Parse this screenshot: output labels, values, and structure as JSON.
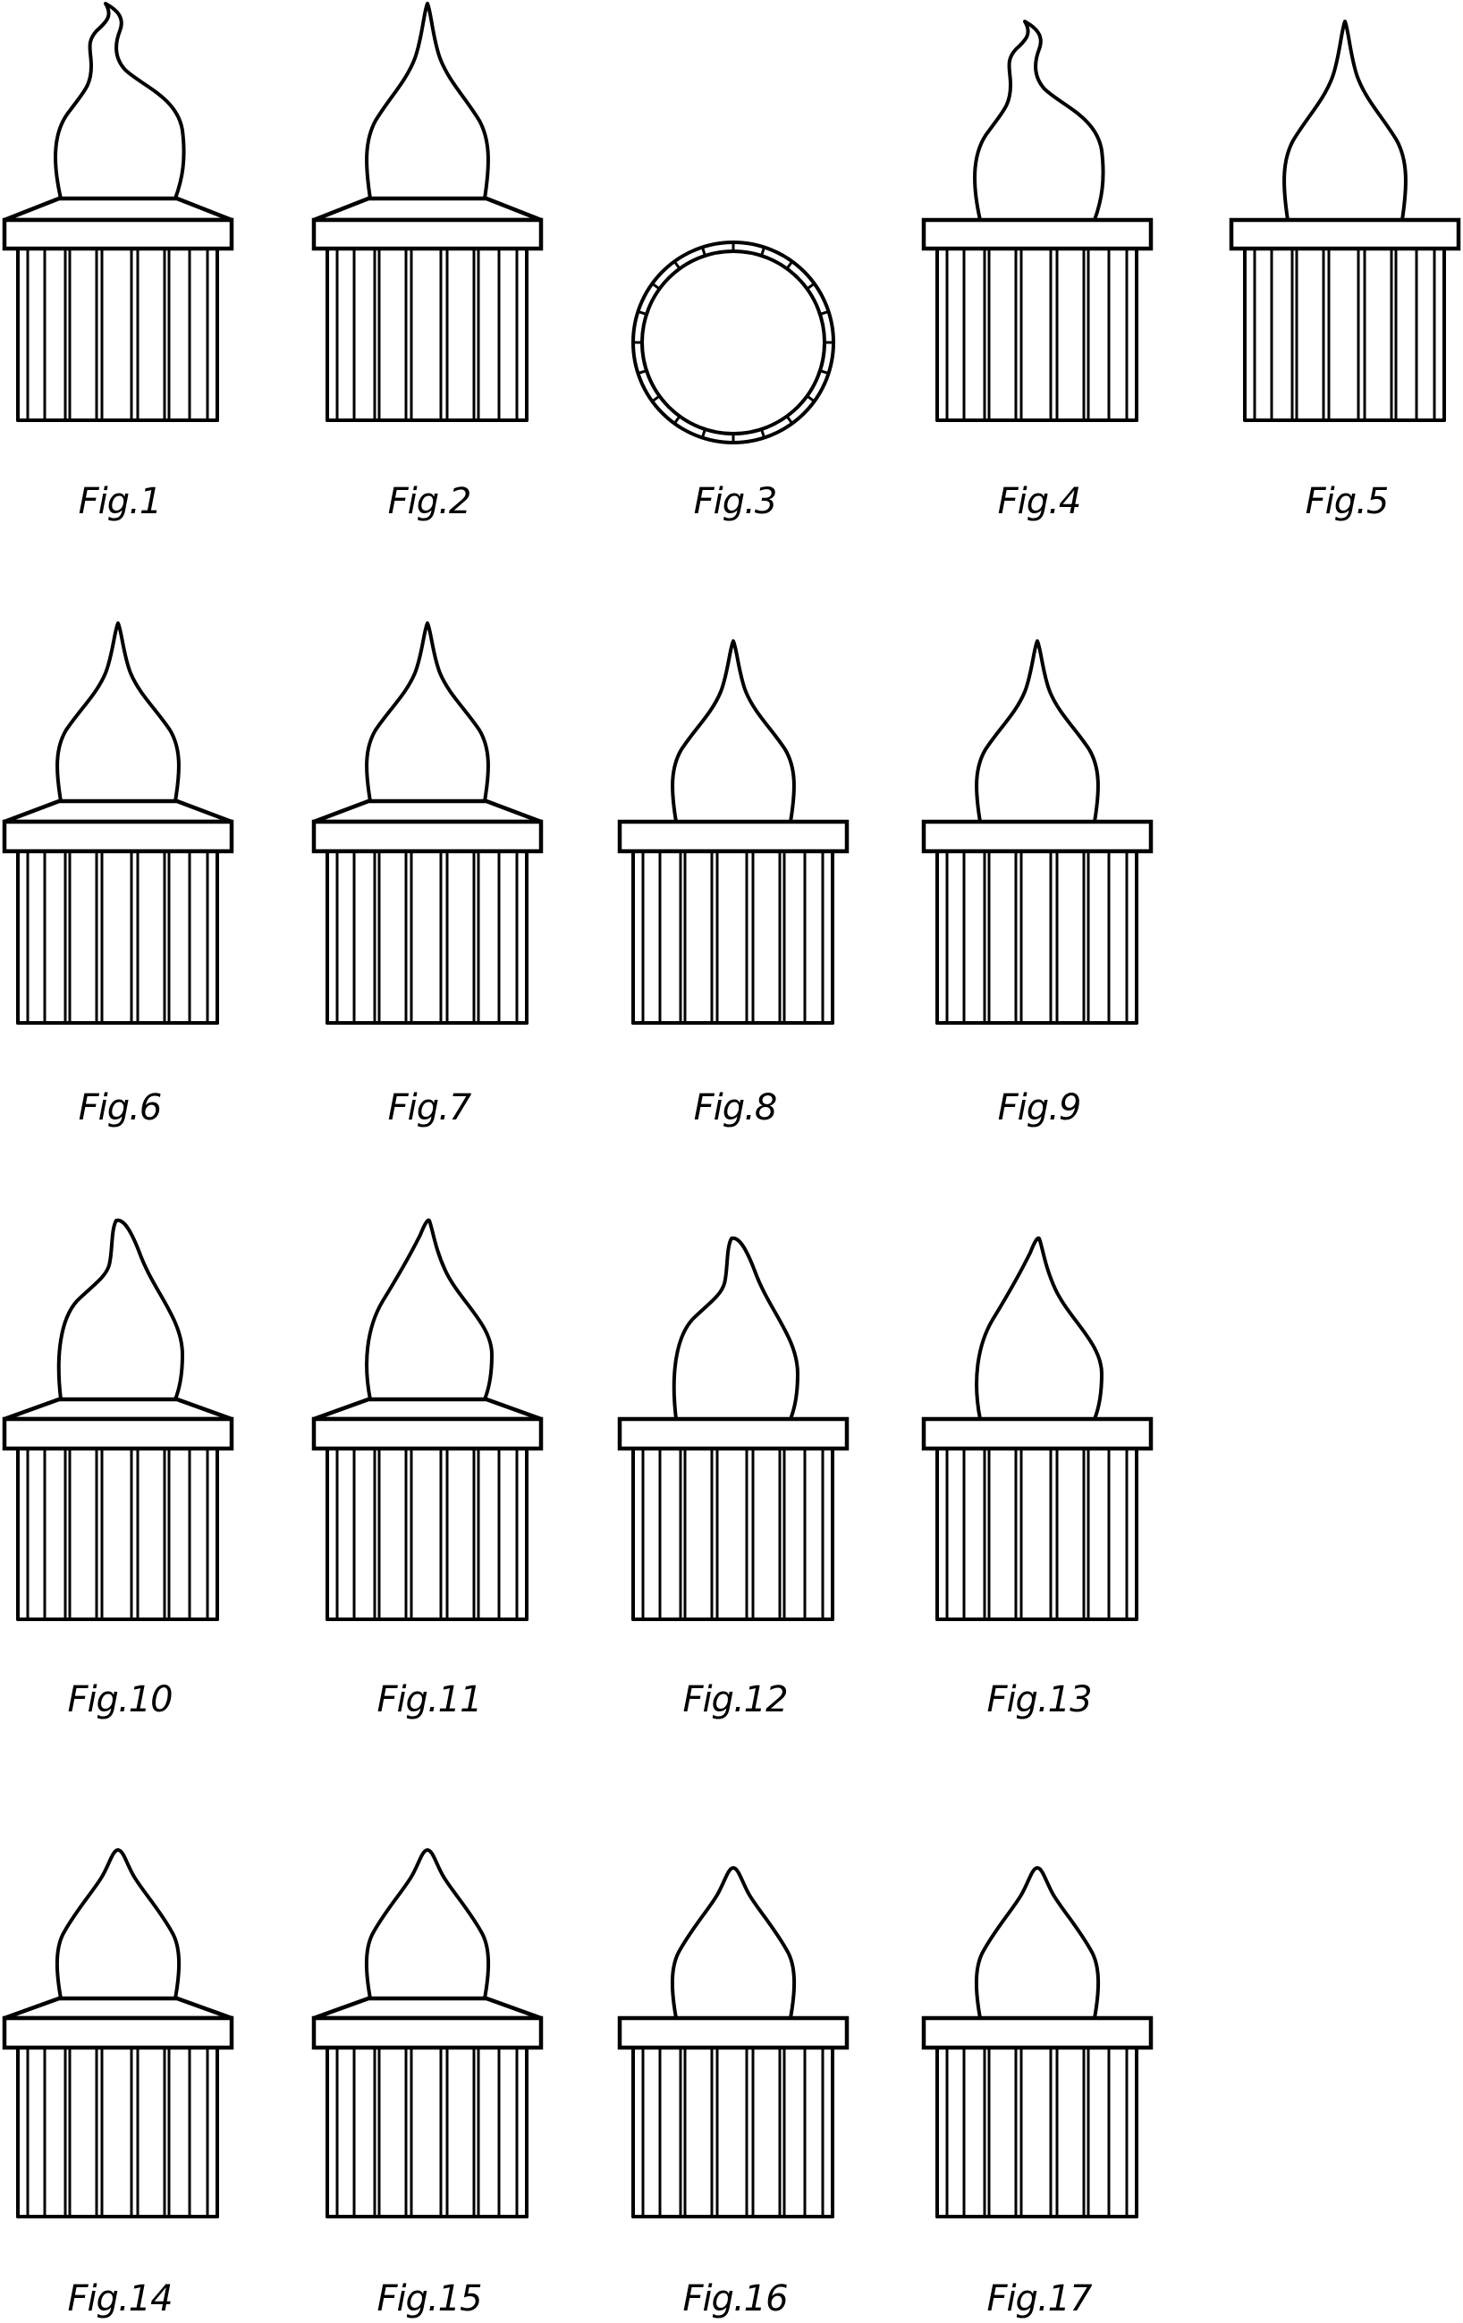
{
  "sheet": {
    "title": "Brush figure sheet",
    "ink_color": "#000000",
    "background_color": "#ffffff"
  },
  "figures": [
    {
      "label": "Fig.1",
      "view": "side",
      "flame": "wavy",
      "collar": "tapered",
      "tip": "tall"
    },
    {
      "label": "Fig.2",
      "view": "side",
      "flame": "pointed",
      "collar": "tapered",
      "tip": "tall"
    },
    {
      "label": "Fig.3",
      "view": "end",
      "shape": "segmented-ring",
      "segments": 20
    },
    {
      "label": "Fig.4",
      "view": "side",
      "flame": "wavy",
      "collar": "flat",
      "tip": "tall"
    },
    {
      "label": "Fig.5",
      "view": "side",
      "flame": "pointed",
      "collar": "flat",
      "tip": "tall"
    },
    {
      "label": "Fig.6",
      "view": "side",
      "flame": "pointed",
      "collar": "tapered",
      "tip": "medium"
    },
    {
      "label": "Fig.7",
      "view": "side",
      "flame": "pointed",
      "collar": "tapered",
      "tip": "medium"
    },
    {
      "label": "Fig.8",
      "view": "side",
      "flame": "pointed",
      "collar": "flat",
      "tip": "medium"
    },
    {
      "label": "Fig.9",
      "view": "side",
      "flame": "pointed",
      "collar": "flat",
      "tip": "medium"
    },
    {
      "label": "Fig.10",
      "view": "side",
      "flame": "hooked",
      "collar": "tapered",
      "tip": "medium"
    },
    {
      "label": "Fig.11",
      "view": "side",
      "flame": "curved",
      "collar": "tapered",
      "tip": "medium"
    },
    {
      "label": "Fig.12",
      "view": "side",
      "flame": "hooked",
      "collar": "flat",
      "tip": "medium"
    },
    {
      "label": "Fig.13",
      "view": "side",
      "flame": "curved",
      "collar": "flat",
      "tip": "medium"
    },
    {
      "label": "Fig.14",
      "view": "side",
      "flame": "bulb",
      "collar": "tapered",
      "tip": "short"
    },
    {
      "label": "Fig.15",
      "view": "side",
      "flame": "bulb",
      "collar": "tapered",
      "tip": "short"
    },
    {
      "label": "Fig.16",
      "view": "side",
      "flame": "bulb",
      "collar": "flat",
      "tip": "short"
    },
    {
      "label": "Fig.17",
      "view": "side",
      "flame": "bulb",
      "collar": "flat",
      "tip": "short"
    }
  ]
}
